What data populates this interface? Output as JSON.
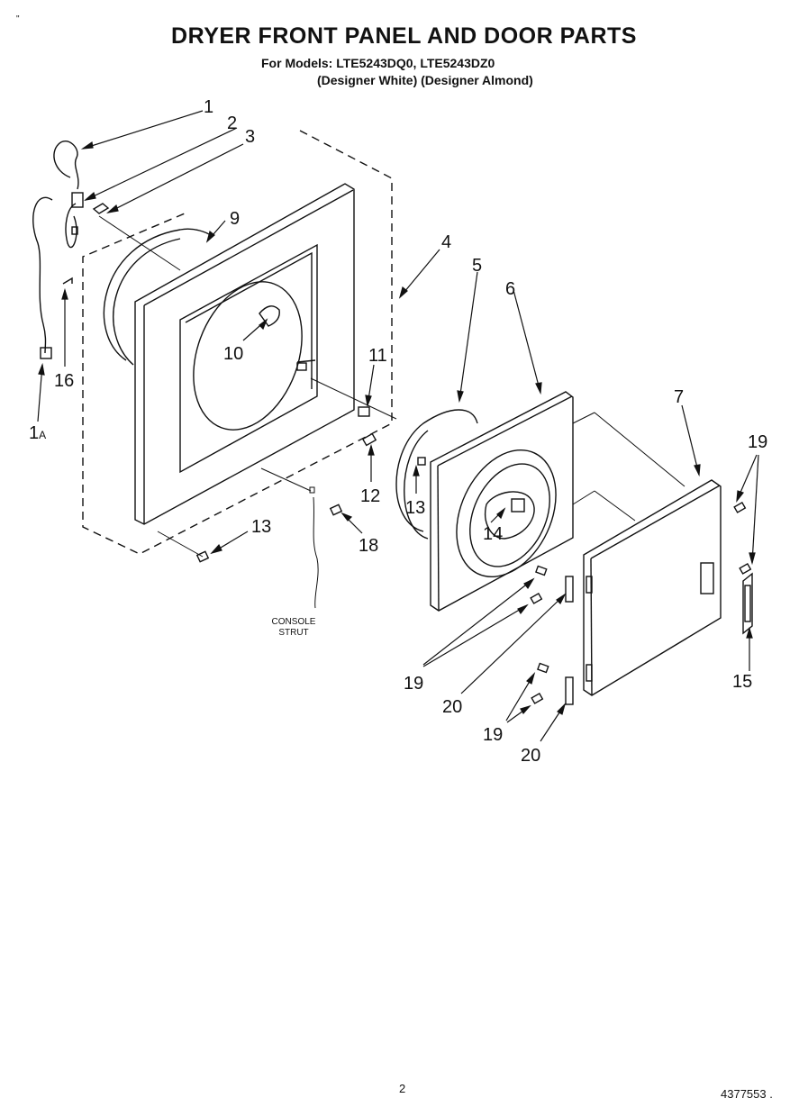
{
  "header": {
    "title": "DRYER FRONT PANEL AND DOOR PARTS",
    "models_line": "For Models: LTE5243DQ0, LTE5243DZ0",
    "finish_line": "(Designer White) (Designer Almond)",
    "corner_mark": "\""
  },
  "callouts": {
    "c1": "1",
    "c2": "2",
    "c3": "3",
    "c4": "4",
    "c5": "5",
    "c6": "6",
    "c7": "7",
    "c9": "9",
    "c10": "10",
    "c11": "11",
    "c12": "12",
    "c13a": "13",
    "c13b": "13",
    "c14": "14",
    "c15": "15",
    "c16": "16",
    "c18": "18",
    "c19a": "19",
    "c19b": "19",
    "c19c": "19",
    "c20a": "20",
    "c20b": "20",
    "c1a": "1",
    "c1a_suffix": "A"
  },
  "labels": {
    "console_strut_1": "CONSOLE",
    "console_strut_2": "STRUT"
  },
  "footer": {
    "page": "2",
    "doc_number": "4377553 ."
  }
}
